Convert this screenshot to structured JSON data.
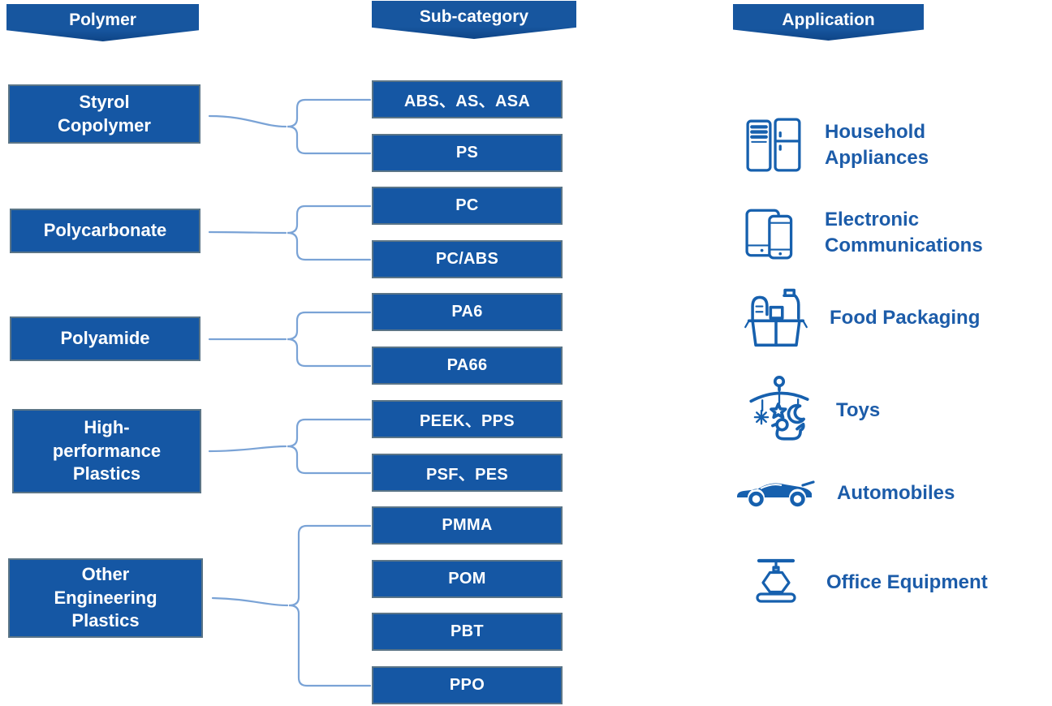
{
  "colors": {
    "box-blue": "#1557A4",
    "banner-blue": "#17569F",
    "banner-fold": "#0E4486",
    "box-border": "#5B7587",
    "box-text": "#FFFFFF",
    "brace-blue": "#7AA3D6",
    "text-blue": "#1C5CA9",
    "icon-blue": "#1660AE"
  },
  "headers": {
    "polymer": "Polymer",
    "sub_category": "Sub-category",
    "application": "Application"
  },
  "polymers": [
    {
      "label": "Styrol\nCopolymer"
    },
    {
      "label": "Polycarbonate"
    },
    {
      "label": "Polyamide"
    },
    {
      "label": "High-\nperformance\nPlastics"
    },
    {
      "label": "Other\nEngineering\nPlastics"
    }
  ],
  "sub_categories": [
    "ABS、AS、ASA",
    "PS",
    "PC",
    "PC/ABS",
    "PA6",
    "PA66",
    "PEEK、PPS",
    "PSF、PES",
    "PMMA",
    "POM",
    "PBT",
    "PPO"
  ],
  "applications": [
    {
      "label": "Household\nAppliances",
      "icon": "household-appliances-icon"
    },
    {
      "label": "Electronic\nCommunications",
      "icon": "electronic-devices-icon"
    },
    {
      "label": "Food Packaging",
      "icon": "food-packaging-icon"
    },
    {
      "label": "Toys",
      "icon": "baby-mobile-icon"
    },
    {
      "label": "Automobiles",
      "icon": "car-icon"
    },
    {
      "label": "Office Equipment",
      "icon": "office-machine-icon"
    }
  ],
  "connections": [
    {
      "from": "Styrol Copolymer",
      "to": [
        "ABS、AS、ASA",
        "PS"
      ]
    },
    {
      "from": "Polycarbonate",
      "to": [
        "PC",
        "PC/ABS"
      ]
    },
    {
      "from": "Polyamide",
      "to": [
        "PA6",
        "PA66"
      ]
    },
    {
      "from": "High-performance Plastics",
      "to": [
        "PEEK、PPS",
        "PSF、PES"
      ]
    },
    {
      "from": "Other Engineering Plastics",
      "to": [
        "PMMA",
        "POM",
        "PBT",
        "PPO"
      ]
    }
  ]
}
